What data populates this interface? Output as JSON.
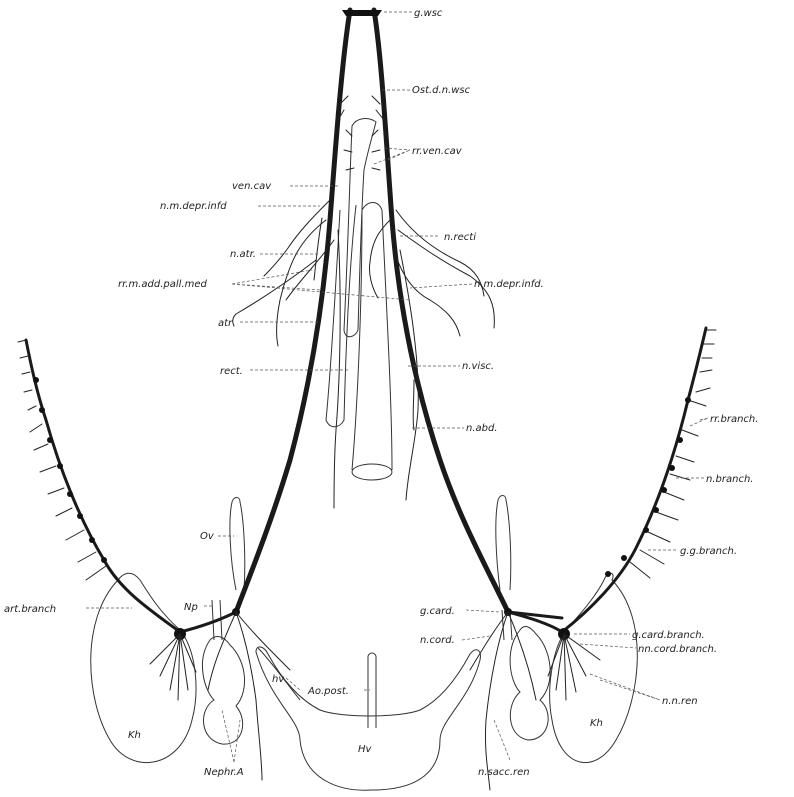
{
  "labels": {
    "g_wsc": "g.wsc",
    "ost_d_n_wsc": "Ost.d.n.wsc",
    "rr_ven_cav": "rr.ven.cav",
    "ven_cav": "ven.cav",
    "n_m_depr_infd_left": "n.m.depr.infd",
    "n_recti": "n.recti",
    "n_atr": "n.atr.",
    "rr_m_add_pall_med": "rr.m.add.pall.med",
    "n_m_depr_infd_right": "n.m.depr.infd.",
    "atr": "atr",
    "rect": "rect.",
    "n_visc": "n.visc.",
    "rr_branch": "rr.branch.",
    "n_abd": "n.abd.",
    "n_branch": "n.branch.",
    "ov": "Ov",
    "gg_branch": "g.g.branch.",
    "art_branch": "art.branch",
    "np": "Np",
    "g_card": "g.card.",
    "n_cord": "n.cord.",
    "g_card_branch": "g.card.branch.",
    "nn_cord_branch": "nn.cord.branch.",
    "hv_small": "hv",
    "ao_post": "Ao.post.",
    "nn_ren": "n.n.ren",
    "kh_left": "Kh",
    "kh_right": "Kh",
    "hv_large": "Hv",
    "nephr_a": "Nephr.A",
    "n_sacc_ren": "n.sacc.ren"
  }
}
